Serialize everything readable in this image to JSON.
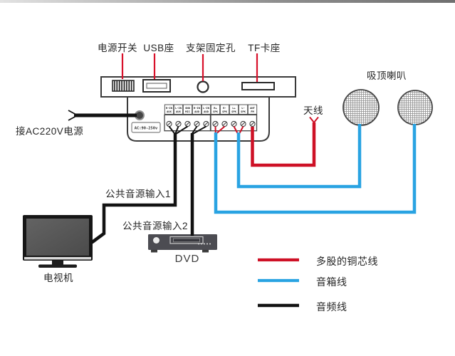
{
  "top_panel_labels": {
    "power_switch": "电源开关",
    "usb": "USB座",
    "bracket_hole": "支架固定孔",
    "tf_slot": "TF卡座"
  },
  "device": {
    "ac_rating": "AC:90-250v",
    "terminals": [
      {
        "line1": "R-IN",
        "line2": "AUX"
      },
      {
        "line1": "L-IN",
        "line2": "AUX"
      },
      {
        "line1": "GND",
        "line2": "MIC"
      },
      {
        "line1": "R-IN",
        "line2": "AUD"
      },
      {
        "line1": "L-IN",
        "line2": "AUD"
      },
      {
        "line1": "R+",
        "line2": "SPK"
      },
      {
        "line1": "R-",
        "line2": "SPK"
      },
      {
        "line1": "L+",
        "line2": "SPK"
      },
      {
        "line1": "L-",
        "line2": "SPK"
      },
      {
        "line1": "ANT",
        "line2": "FM"
      }
    ]
  },
  "labels": {
    "ac_power": "接AC220V电源",
    "antenna": "天线",
    "ceiling_speakers": "吸顶喇叭",
    "audio_input_1": "公共音源输入1",
    "audio_input_2": "公共音源输入2",
    "tv": "电视机",
    "dvd": "DVD"
  },
  "legend": {
    "items": [
      {
        "label": "多股的铜芯线",
        "color": "#ce1126"
      },
      {
        "label": "音箱线",
        "color": "#29a3e2"
      },
      {
        "label": "音频线",
        "color": "#121212"
      }
    ]
  },
  "colors": {
    "copper_wire_red": "#ce1126",
    "speaker_wire_blue": "#29a3e2",
    "audio_wire_black": "#121212",
    "outline": "#3a3a3a"
  }
}
